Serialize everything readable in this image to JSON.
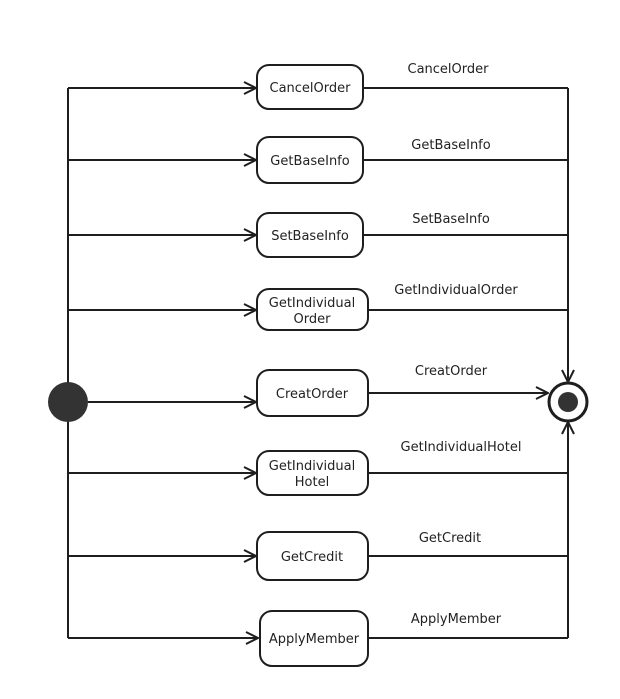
{
  "states": [
    {
      "id": "cancel-order",
      "lines": [
        "CancelOrder"
      ],
      "edge_label": "CancelOrder"
    },
    {
      "id": "get-base-info",
      "lines": [
        "GetBaseInfo"
      ],
      "edge_label": "GetBaseInfo"
    },
    {
      "id": "set-base-info",
      "lines": [
        "SetBaseInfo"
      ],
      "edge_label": "SetBaseInfo"
    },
    {
      "id": "get-individual-order",
      "lines": [
        "GetIndividual",
        "Order"
      ],
      "edge_label": "GetIndividualOrder"
    },
    {
      "id": "creat-order",
      "lines": [
        "CreatOrder"
      ],
      "edge_label": "CreatOrder"
    },
    {
      "id": "get-individual-hotel",
      "lines": [
        "GetIndividual",
        "Hotel"
      ],
      "edge_label": "GetIndividualHotel"
    },
    {
      "id": "get-credit",
      "lines": [
        "GetCredit"
      ],
      "edge_label": "GetCredit"
    },
    {
      "id": "apply-member",
      "lines": [
        "ApplyMember"
      ],
      "edge_label": "ApplyMember"
    }
  ],
  "colors": {
    "stroke": "#1e1e1e",
    "fill": "#333333",
    "text": "#222222"
  }
}
